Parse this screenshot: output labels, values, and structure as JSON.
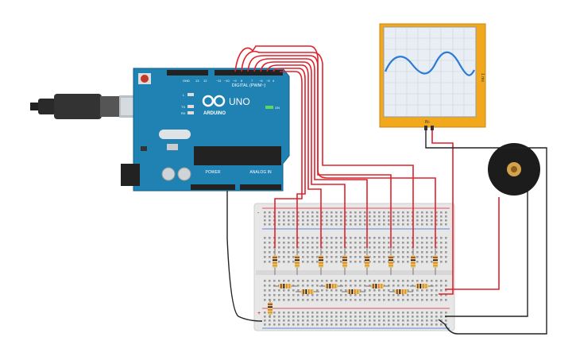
{
  "arduino": {
    "brand": "ARDUINO",
    "model": "UNO",
    "digital_label": "DIGITAL (PWM~)",
    "power_label": "POWER",
    "analog_label": "ANALOG IN",
    "on_label": "ON",
    "tx_label": "TX",
    "rx_label": "RX",
    "l_label": "L",
    "board_color": "#1f82b3"
  },
  "oscilloscope": {
    "frame_color": "#f2a81d",
    "screen_color": "#e8eef3",
    "wave_color": "#2a7bd5",
    "side_label": "1 ms",
    "bottom_label": "IN-"
  },
  "breadboard": {
    "plus_label": "+",
    "minus_label": "-",
    "color": "#e7e7e7"
  },
  "wires": {
    "signal_color": "#e3202a",
    "ground_color": "#222222"
  }
}
